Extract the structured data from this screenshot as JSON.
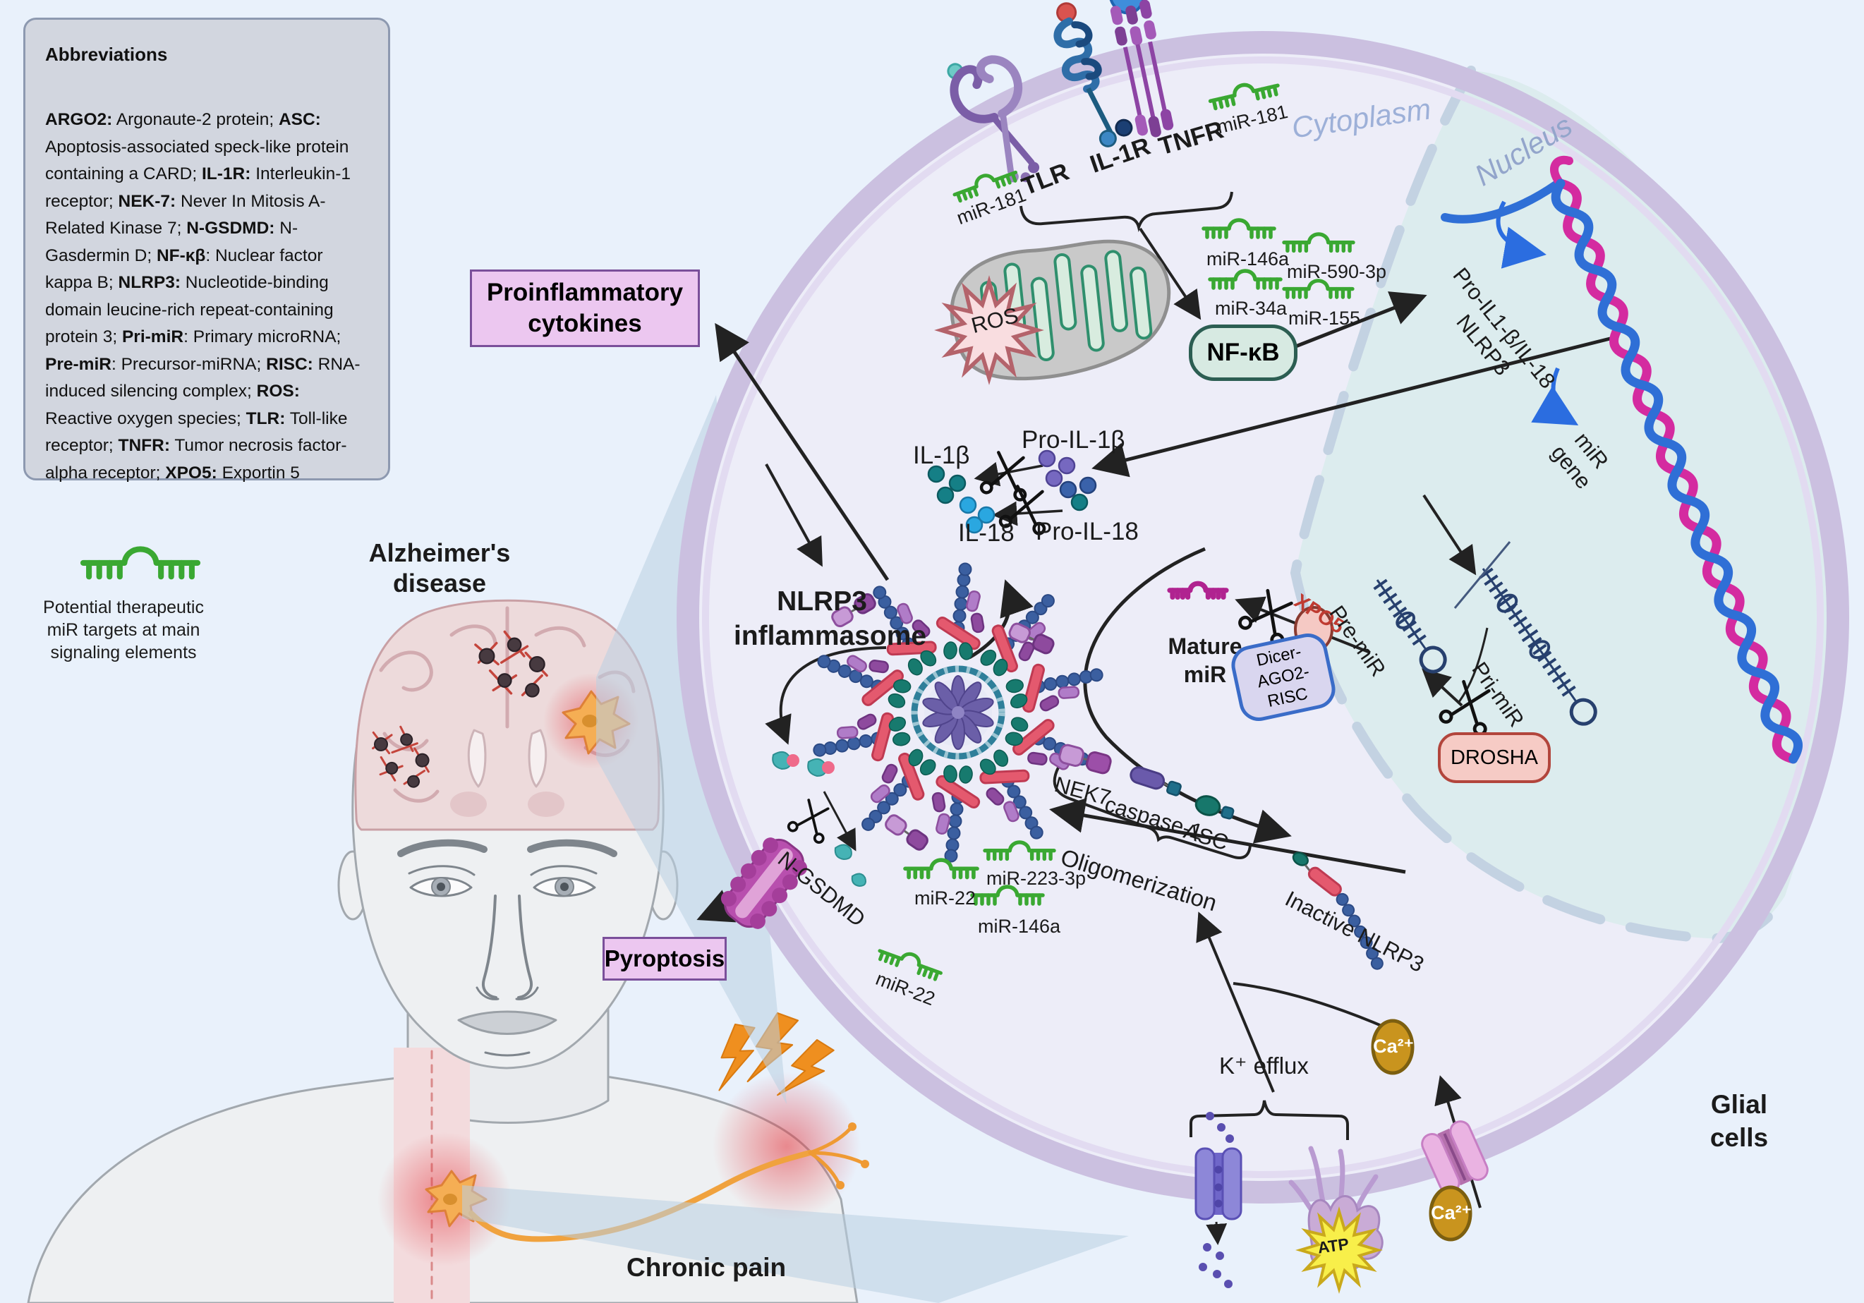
{
  "colors": {
    "background": "#e9f1fb",
    "cell_fill": "#ededf8",
    "membrane": "#cbc0e0",
    "nucleus_fill": "#dcecee",
    "mir_green": "#3aa832",
    "mature_mir_magenta": "#b02390",
    "nfkb_fill": "#d7eae2",
    "nfkb_border": "#2c5e52",
    "label_box_pink": "#ecc7f0",
    "drosha_fill": "#f6cbc5",
    "dicer_fill": "#d9d6ef",
    "xpo5_red": "#bf3b31",
    "ca_gold": "#c9941e",
    "atp_yellow": "#f8ef4a",
    "red_blade": "#e4596e",
    "bead_blue": "#3b5fa0",
    "teal": "#177a6e"
  },
  "abbreviations": {
    "title": "Abbreviations",
    "segments": [
      {
        "b": "ARGO2:",
        "t": " Argonaute-2 protein; "
      },
      {
        "b": "ASC:",
        "t": " Apoptosis-associated speck-like protein containing a CARD; "
      },
      {
        "b": "IL-1R:",
        "t": " Interleukin-1 receptor; "
      },
      {
        "b": "NEK-7:",
        "t": " Never In Mitosis A-Related Kinase 7; "
      },
      {
        "b": "N-GSDMD:",
        "t": " N- Gasdermin D; "
      },
      {
        "b": "NF-κβ",
        "t": ": Nuclear factor kappa B; "
      },
      {
        "b": "NLRP3:",
        "t": " Nucleotide-binding domain leucine-rich repeat-containing protein 3; "
      },
      {
        "b": "Pri-miR",
        "t": ": Primary microRNA; "
      },
      {
        "b": "Pre-miR",
        "t": ": Precursor-miRNA; "
      },
      {
        "b": "RISC:",
        "t": " RNA-induced silencing complex; "
      },
      {
        "b": "ROS:",
        "t": " Reactive oxygen species; "
      },
      {
        "b": "TLR:",
        "t": " Toll-like receptor; "
      },
      {
        "b": "TNFR:",
        "t": " Tumor necrosis factor-alpha receptor; "
      },
      {
        "b": "XPO5:",
        "t": " Exportin 5"
      }
    ]
  },
  "legend": {
    "text": "Potential therapeutic\nmiR targets at main\nsignaling elements"
  },
  "figure": {
    "alzheimers": "Alzheimer's\ndisease",
    "chronic_pain": "Chronic pain"
  },
  "cell": {
    "glial_cells": "Glial\ncells",
    "cytoplasm": "Cytoplasm",
    "nucleus": "Nucleus"
  },
  "receptors": {
    "tlr": "TLR",
    "il1r": "IL-1R",
    "tnfr": "TNFR"
  },
  "mir": {
    "mir181": "miR-181",
    "mir146a": "miR-146a",
    "mir590": "miR-590-3p",
    "mir34a": "miR-34a",
    "mir155": "miR-155",
    "mir22": "miR-22",
    "mir223": "miR-223-3p"
  },
  "pathway": {
    "nfkb": "NF-κB",
    "ros": "ROS",
    "proinflammatory": "Proinflammatory\ncytokines",
    "il1b": "IL-1β",
    "pro_il1b": "Pro-IL-1β",
    "il18": "IL-18",
    "pro_il18": "Pro-IL-18",
    "nlrp3_inflammasome": "NLRP3\ninflammasome",
    "pyroptosis": "Pyroptosis",
    "n_gsdmd": "N-GSDMD",
    "nek7": "NEK7",
    "caspase1": "caspase-1",
    "asc": "ASC",
    "oligomerization": "Oligomerization",
    "inactive_nlrp3": "Inactive NLRP3",
    "k_efflux": "K⁺ efflux",
    "atp": "ATP",
    "ca": "Ca²⁺",
    "mature_mir": "Mature\nmiR",
    "dicer": "Dicer-AGO2-\nRISC",
    "drosha": "DROSHA",
    "xpo5": "XPO5",
    "pre_mir": "Pre-miR",
    "pri_mir": "Pri-miR"
  },
  "nucleus_genes": {
    "pro_il_nlrp3": "Pro-IL1-β/IL-18\nNLRP3",
    "mir_gene": "miR\ngene"
  }
}
